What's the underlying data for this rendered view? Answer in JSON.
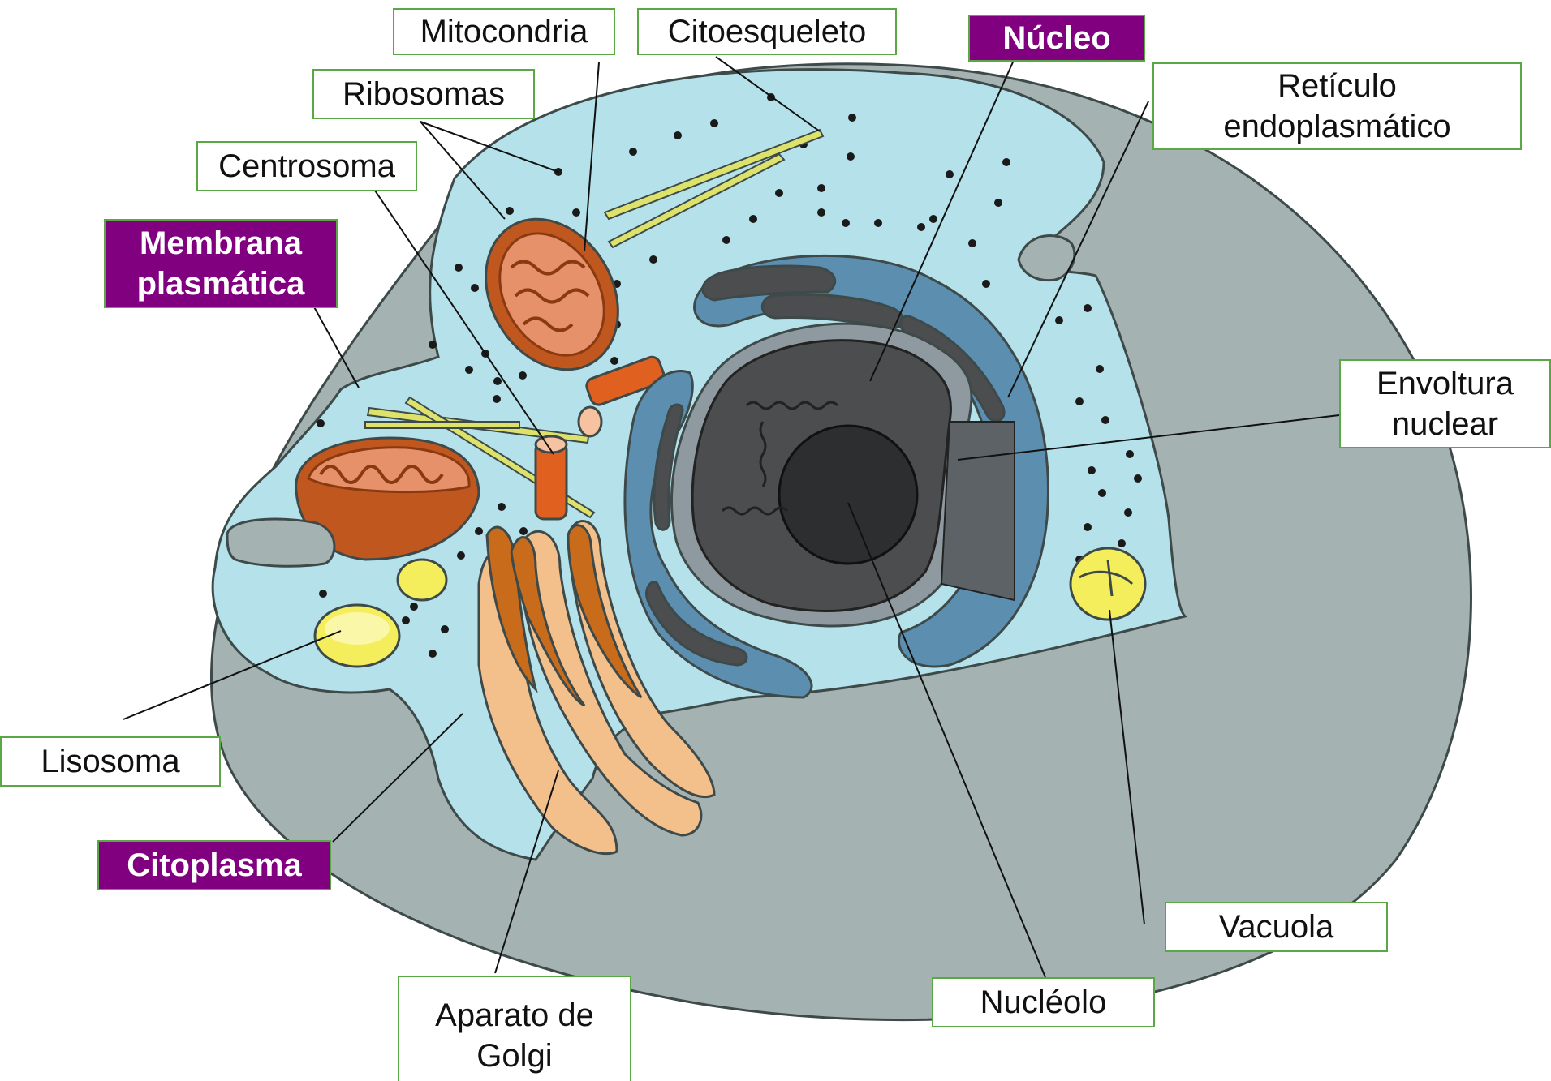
{
  "labels": {
    "mitocondria": "Mitocondria",
    "citoesqueleto": "Citoesqueleto",
    "nucleo": "Núcleo",
    "ribosomas": "Ribosomas",
    "reticulo": "Retículo\nendoplasmático",
    "centrosoma": "Centrosoma",
    "membrana": "Membrana\nplasmática",
    "envoltura": "Envoltura\nnuclear",
    "lisosoma": "Lisosoma",
    "citoplasma": "Citoplasma",
    "vacuola": "Vacuola",
    "nucleolo": "Nucléolo",
    "golgi": "Aparato de\nGolgi"
  },
  "colors": {
    "highlight_label": "#800080",
    "label_border": "#5aa845",
    "cytoplasm": "#b5e2ea",
    "cell_outer": "#a4b2b2",
    "mitochondria": "#c0571f",
    "golgi": "#e8a86a",
    "nucleus": "#4b4d4f",
    "er": "#5c8eb0",
    "lysosome": "#f4ee5c",
    "cytoskeleton": "#dde36a"
  }
}
